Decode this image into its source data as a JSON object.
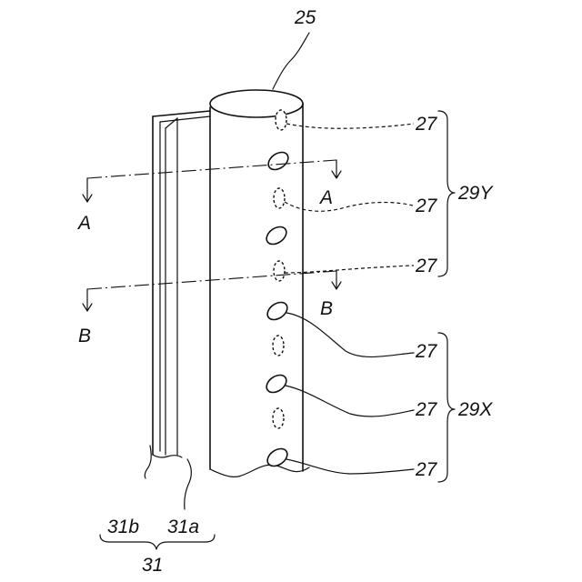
{
  "labels": {
    "cylinder": "25",
    "hole": "27",
    "group_upper": "29Y",
    "group_lower": "29X",
    "section_a": "A",
    "section_b": "B",
    "part_b": "31b",
    "part_a": "31a",
    "assembly": "31"
  }
}
